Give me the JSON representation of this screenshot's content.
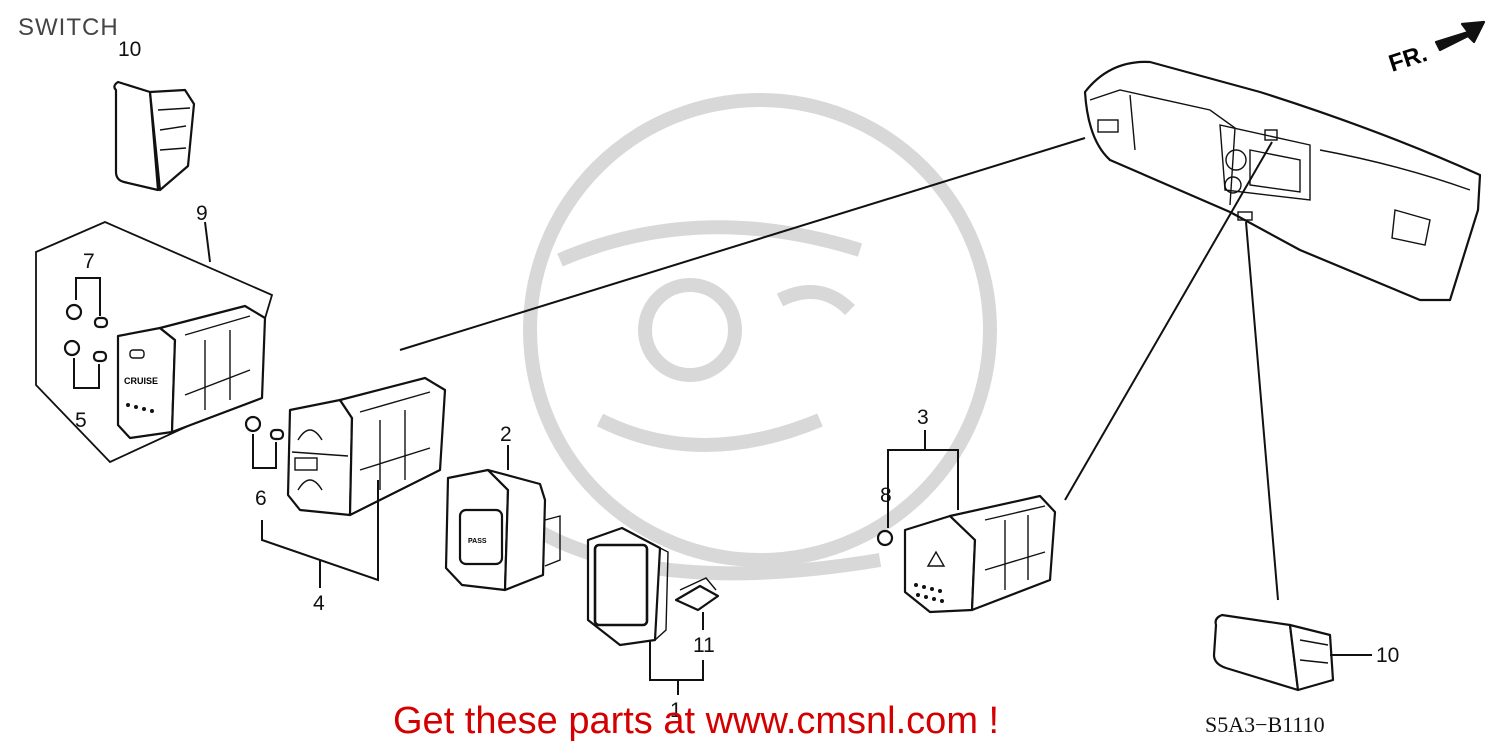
{
  "header": {
    "title": "SWITCH"
  },
  "direction": {
    "label": "FR."
  },
  "callouts": {
    "c1": "1",
    "c2": "2",
    "c3": "3",
    "c4": "4",
    "c5": "5",
    "c6": "6",
    "c7": "7",
    "c8": "8",
    "c9": "9",
    "c10a": "10",
    "c10b": "10",
    "c11": "11"
  },
  "switch_labels": {
    "cruise": "CRUISE",
    "hazard_text": "HAZARD"
  },
  "footer": {
    "promo": "Get these parts at www.cmsnl.com !",
    "diagram_code": "S5A3−B1110"
  },
  "colors": {
    "promo": "#d40000",
    "line": "#111111",
    "watermark": "#d8d8d8"
  }
}
